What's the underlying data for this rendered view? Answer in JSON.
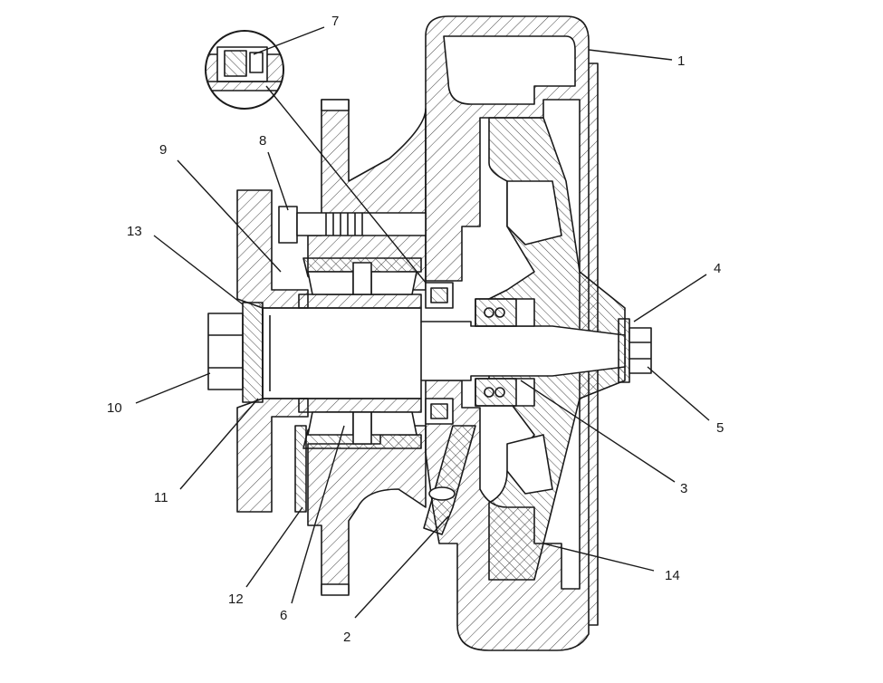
{
  "callouts": {
    "c1": "1",
    "c2": "2",
    "c3": "3",
    "c4": "4",
    "c5": "5",
    "c6": "6",
    "c7": "7",
    "c8": "8",
    "c9": "9",
    "c10": "10",
    "c11": "11",
    "c12": "12",
    "c13": "13",
    "c14": "14"
  },
  "colors": {
    "line": "#1a1a1a",
    "hatch": "#444444",
    "background": "#ffffff"
  }
}
